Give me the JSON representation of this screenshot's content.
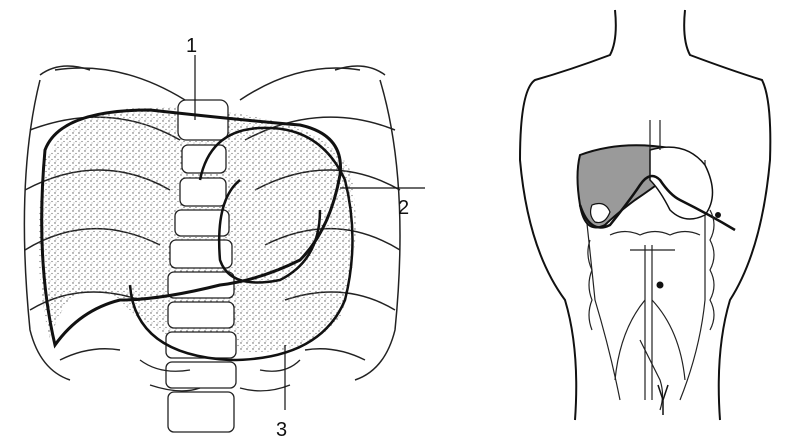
{
  "left_figure": {
    "callouts": [
      {
        "label": "1"
      },
      {
        "label": "2"
      },
      {
        "label": "3"
      }
    ]
  },
  "colors": {
    "line": "#111111",
    "stipple": "#555555",
    "liver_fill": "#9a9a9a",
    "background": "#ffffff"
  }
}
